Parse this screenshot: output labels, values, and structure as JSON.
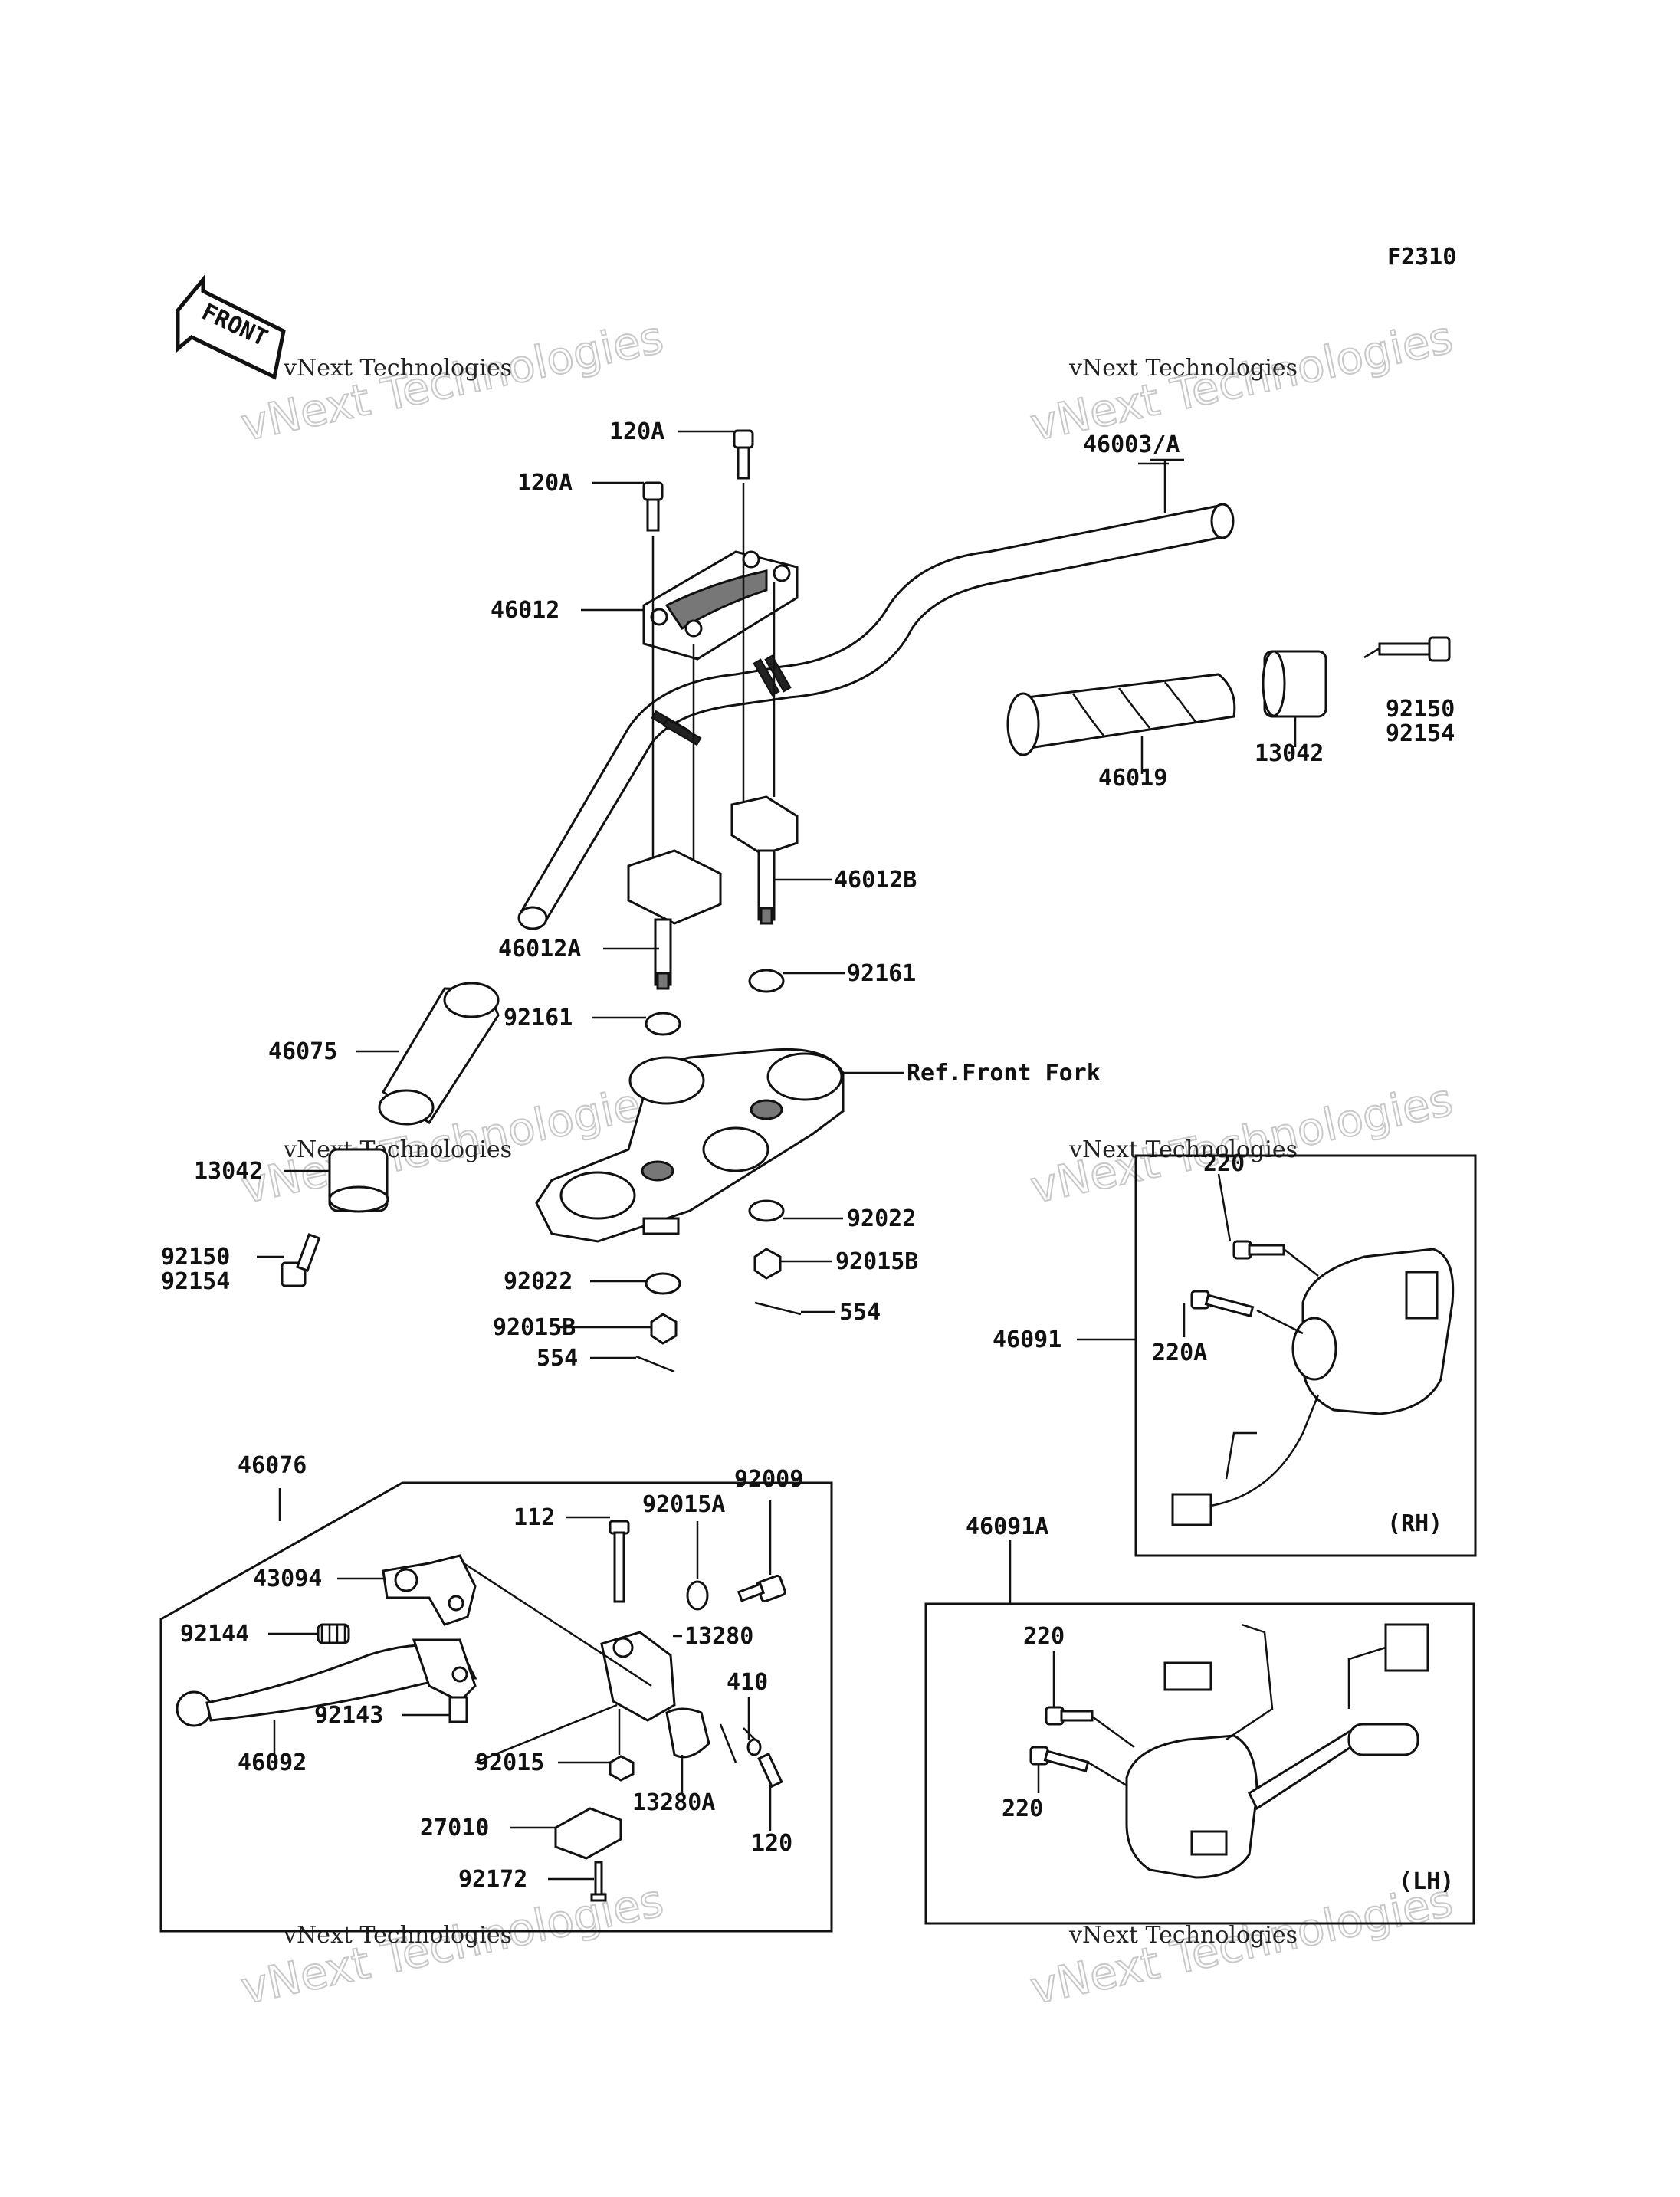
{
  "figure_code": "F2310",
  "front_label": "FRONT",
  "watermark": {
    "line1": "vNext Technologies",
    "line2": "vNext Technologies"
  },
  "labels": {
    "l_120a_top": "120A",
    "l_120a_mid": "120A",
    "l_46003a": "46003/A",
    "l_46012": "46012",
    "l_92150_r": "92150",
    "l_92154_r": "92154",
    "l_13042_r": "13042",
    "l_46019": "46019",
    "l_46012b": "46012B",
    "l_46012a": "46012A",
    "l_92161_r": "92161",
    "l_92161_l": "92161",
    "l_46075": "46075",
    "l_ref_fork": "Ref.Front Fork",
    "l_13042_l": "13042",
    "l_92022_r": "92022",
    "l_92150_l": "92150",
    "l_92154_l": "92154",
    "l_92015b_r": "92015B",
    "l_92022_l": "92022",
    "l_554_r": "554",
    "l_92015b_l": "92015B",
    "l_554_l": "554",
    "l_220_rh": "220",
    "l_220a": "220A",
    "l_46091": "46091",
    "l_rh": "(RH)",
    "l_46076": "46076",
    "l_112": "112",
    "l_92015a": "92015A",
    "l_92009": "92009",
    "l_43094": "43094",
    "l_92144": "92144",
    "l_13280": "13280",
    "l_410": "410",
    "l_92143": "92143",
    "l_46092": "46092",
    "l_92015": "92015",
    "l_13280a": "13280A",
    "l_120": "120",
    "l_27010": "27010",
    "l_92172": "92172",
    "l_46091a": "46091A",
    "l_220_lh1": "220",
    "l_220_lh2": "220",
    "l_lh": "(LH)"
  }
}
